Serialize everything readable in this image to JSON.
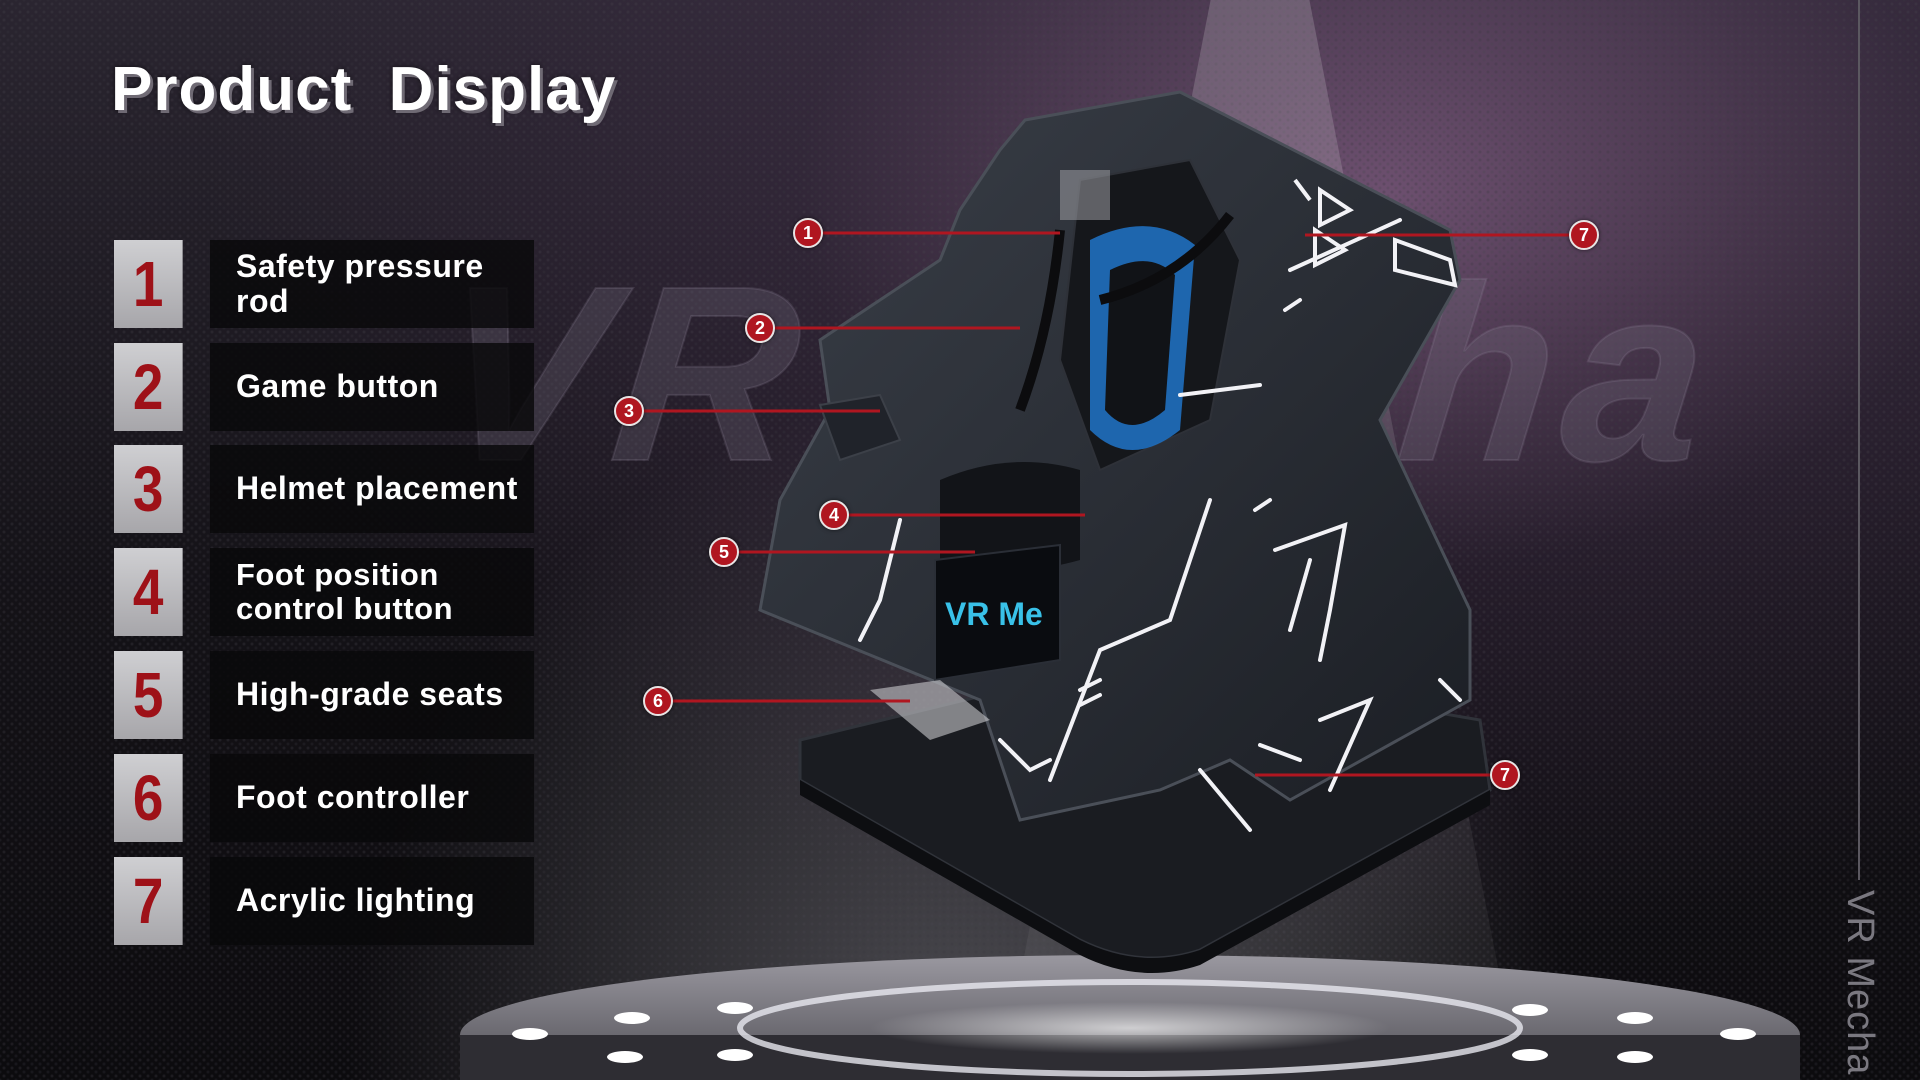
{
  "title": "Product  Display",
  "watermark": "VR Mecha",
  "side_label": "VR Mecha",
  "screen_text": "VR Me",
  "features": [
    {
      "number": "1",
      "label": "Safety pressure rod"
    },
    {
      "number": "2",
      "label": "Game button"
    },
    {
      "number": "3",
      "label": "Helmet placement"
    },
    {
      "number": "4",
      "label_line1": "Foot position",
      "label_line2": "control button"
    },
    {
      "number": "5",
      "label": "High-grade seats"
    },
    {
      "number": "6",
      "label": "Foot controller"
    },
    {
      "number": "7",
      "label": "Acrylic lighting"
    }
  ],
  "markers": [
    "1",
    "2",
    "3",
    "4",
    "5",
    "6",
    "7",
    "7"
  ],
  "colors": {
    "accent_red": "#b01620",
    "tile_gray": "#bdbcc0",
    "label_bg": "#0a0a0c"
  }
}
